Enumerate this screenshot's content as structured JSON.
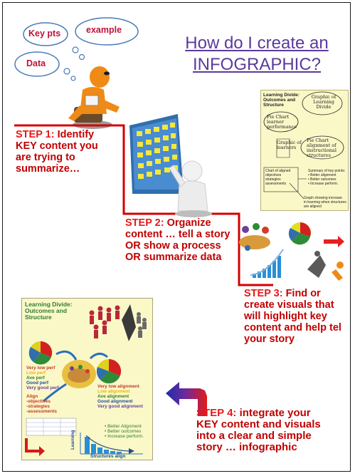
{
  "title": {
    "line1": "How do I create an",
    "line2": "INFOGRAPHIC?"
  },
  "bubbles": {
    "key_pts": "Key pts",
    "example": "example",
    "data": "Data"
  },
  "steps": [
    {
      "label": "STEP 1:",
      "lines": [
        "Identify",
        "KEY content you",
        "are trying to",
        "summarize…"
      ]
    },
    {
      "label": "STEP 2:",
      "lines": [
        "Organize",
        "content … tell a story",
        "OR show a process",
        "OR summarize data"
      ]
    },
    {
      "label": "STEP 3:",
      "lines": [
        "Find or",
        "create visuals that",
        "will highlight key",
        "content and help tel",
        "your story"
      ]
    },
    {
      "label": "STEP 4:",
      "lines": [
        "integrate your",
        "KEY content and visuals",
        "into a clear and simple",
        "story … infographic"
      ]
    }
  ],
  "top_thumbnail": {
    "heading": [
      "Learning Divide:",
      "Outcomes and",
      "Structure"
    ],
    "circle_top": [
      "Graphic of",
      "Learning",
      "Divide"
    ],
    "pie_left": [
      "Pie Chart",
      "learner",
      "performance"
    ],
    "mid_left": [
      "Graphic of",
      "learners"
    ],
    "pie_right": [
      "Pie Chart",
      "alignment of",
      "instructional",
      "structures"
    ],
    "box_left": [
      "Chart of aligned",
      "objectives",
      "strategies",
      "assessments"
    ],
    "box_right": [
      "Summary of key points:",
      "• Better alignment",
      "• Better outcomes",
      "• Increase perform."
    ],
    "bottom": [
      "Graph showing increase",
      "in learning when structures",
      "are aligned"
    ]
  },
  "bottom_thumbnail": {
    "heading": [
      "Learning Divide:",
      "Outcomes and",
      "Structure"
    ],
    "perf": [
      "Very low perf",
      "Low perf",
      "Ave perf",
      "Good perf",
      "Very good perf"
    ],
    "align_levels": [
      "Very low alignment",
      "Low alignment",
      "Ave alignment",
      "Good alignment",
      "Very good alignment"
    ],
    "align_list": [
      "Align",
      "-objectives",
      "-strategies",
      "-assessments"
    ],
    "bullets": [
      "• Better Alignment",
      "• Better outcomes",
      "• Increase perform."
    ],
    "axis_y": "Learning",
    "axis_x": "Structures align"
  },
  "colors": {
    "title": "#5b3a9c",
    "step_label": "#e8191a",
    "step_text": "#c00000",
    "path_line": "#d40000",
    "bubble_text": "#c0113d",
    "figure_orange": "#ef8a17"
  }
}
